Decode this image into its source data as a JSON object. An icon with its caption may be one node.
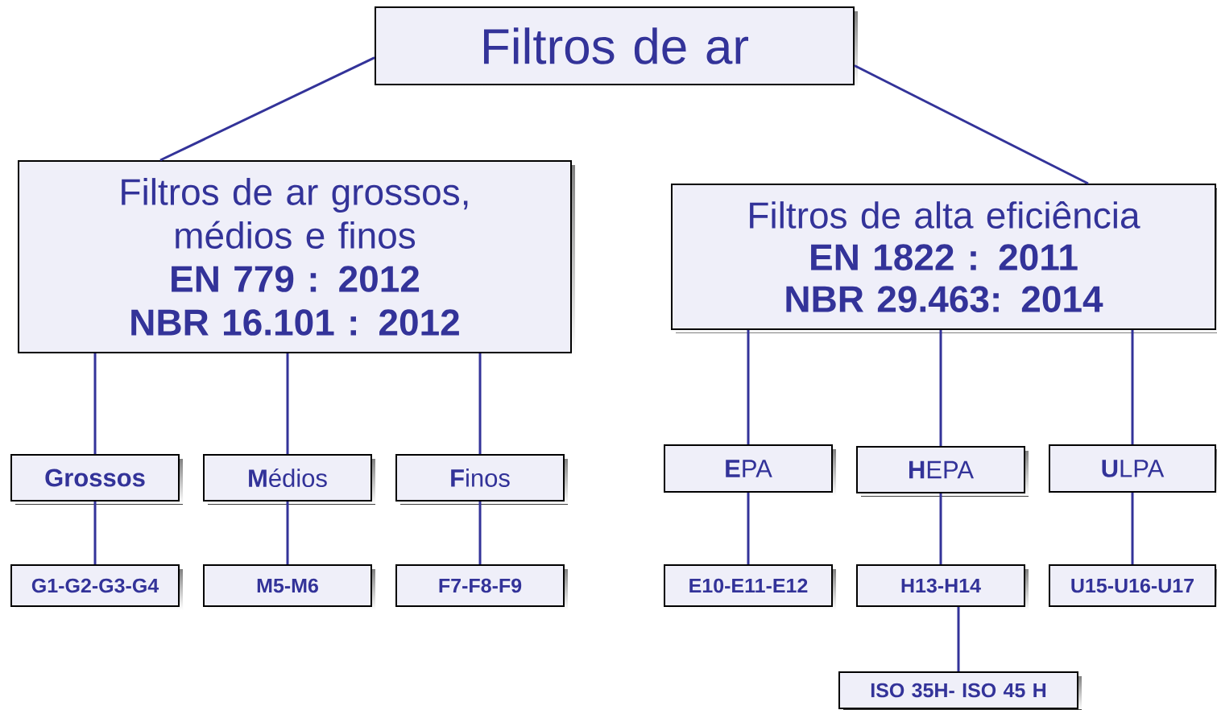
{
  "diagram": {
    "nodes": [
      {
        "text": [
          "Filtros de ar"
        ]
      },
      {
        "text": [
          "Filtros de ar grossos, médios e finos",
          "EN 779 : 2012",
          "NBR 16.101 : 2012"
        ]
      },
      {
        "text": [
          "Filtros de alta eficiência",
          "EN 1822 : 2011",
          "NBR 29.463: 2014"
        ]
      },
      {
        "text": [
          "Grossos"
        ]
      },
      {
        "text": [
          "**M**édios"
        ]
      },
      {
        "text": [
          "**F**inos"
        ]
      },
      {
        "text": [
          "**E**PA"
        ]
      },
      {
        "text": [
          "**H**EPA"
        ]
      },
      {
        "text": [
          "**U**LPA"
        ]
      },
      {
        "text": [
          "G1-G2-G3-G4"
        ]
      },
      {
        "text": [
          "M5-M6"
        ]
      },
      {
        "text": [
          "F7-F8-F9"
        ]
      },
      {
        "text": [
          "E10-E11-E12"
        ]
      },
      {
        "text": [
          "H13-H14"
        ]
      },
      {
        "text": [
          "U15-U16-U17"
        ]
      },
      {
        "text": [
          "ISO 35H- ISO 45 H"
        ]
      }
    ],
    "edges": [
      {
        "from": 0,
        "to": 1,
        "arrow": "none"
      },
      {
        "from": 0,
        "to": 2,
        "arrow": "none"
      },
      {
        "from": 1,
        "to": 3,
        "arrow": "none"
      },
      {
        "from": 1,
        "to": 4,
        "arrow": "none"
      },
      {
        "from": 1,
        "to": 5,
        "arrow": "none"
      },
      {
        "from": 3,
        "to": 9,
        "arrow": "none"
      },
      {
        "from": 4,
        "to": 10,
        "arrow": "none"
      },
      {
        "from": 5,
        "to": 11,
        "arrow": "none"
      },
      {
        "from": 2,
        "to": 6,
        "arrow": "none"
      },
      {
        "from": 2,
        "to": 7,
        "arrow": "none"
      },
      {
        "from": 2,
        "to": 8,
        "arrow": "none"
      },
      {
        "from": 6,
        "to": 12,
        "arrow": "none"
      },
      {
        "from": 7,
        "to": 13,
        "arrow": "none"
      },
      {
        "from": 8,
        "to": 14,
        "arrow": "none"
      },
      {
        "from": 13,
        "to": 15,
        "arrow": "none"
      }
    ]
  }
}
